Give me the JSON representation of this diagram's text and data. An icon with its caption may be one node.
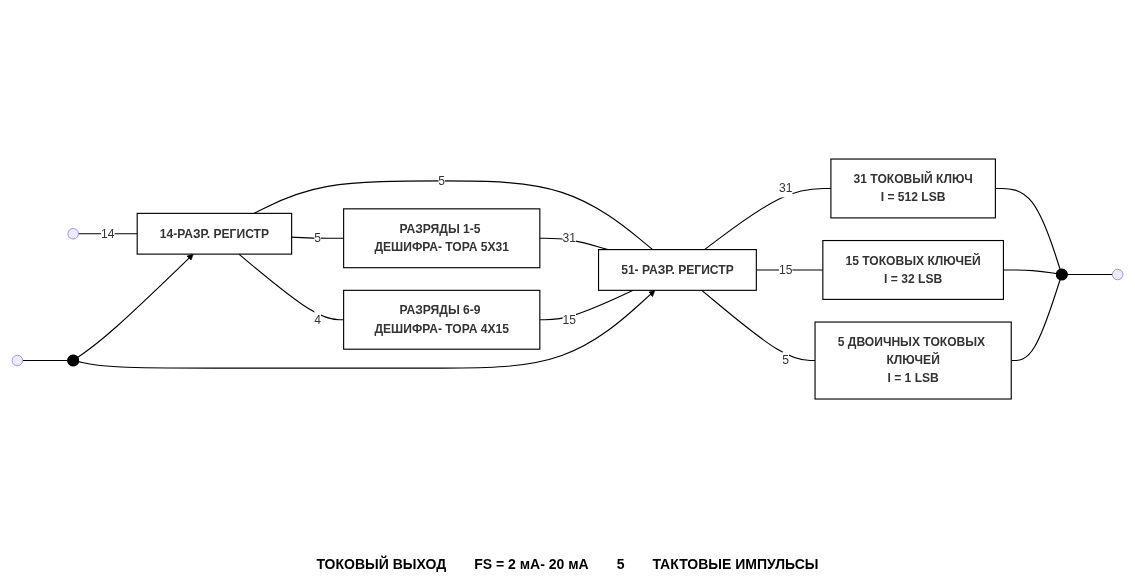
{
  "diagram": {
    "nodes": [
      {
        "text": [],
        "shape": "circle"
      },
      {
        "text": [
          "14-РАЗР. РЕГИСТР"
        ]
      },
      {
        "text": [
          "РАЗРЯДЫ 1-5 ДЕШИФРА- ТОРА 5Х31"
        ]
      },
      {
        "text": [
          "РАЗРЯДЫ 6-9 ДЕШИФРА- ТОРА 4Х15"
        ]
      },
      {
        "text": [
          "51- РАЗР. РЕГИСТР"
        ]
      },
      {
        "text": [
          "31 ТОКОВЫЙ КЛЮЧ",
          "I = 512 LSB"
        ]
      },
      {
        "text": [
          "15 ТОКОВЫХ КЛЮЧЕЙ",
          "I = 32 LSB"
        ]
      },
      {
        "text": [
          "5 ДВОИЧНЫХ ТОКОВЫХ КЛЮЧЕЙ",
          "I = 1 LSB"
        ]
      },
      {
        "text": [],
        "shape": "circle"
      },
      {
        "text": [],
        "shape": "circle"
      },
      {
        "text": [],
        "shape": "circle"
      },
      {
        "text": [],
        "shape": "circle"
      }
    ],
    "edges": [
      {
        "from": 0,
        "to": 1,
        "arrow": "none",
        "label": "14"
      },
      {
        "from": 1,
        "to": 2,
        "arrow": "none",
        "label": "5"
      },
      {
        "from": 1,
        "to": 3,
        "arrow": "none",
        "label": "4"
      },
      {
        "from": 1,
        "to": 4,
        "arrow": "none",
        "label": "5"
      },
      {
        "from": 2,
        "to": 4,
        "arrow": "none",
        "label": "31"
      },
      {
        "from": 3,
        "to": 4,
        "arrow": "none",
        "label": "15"
      },
      {
        "from": 4,
        "to": 5,
        "arrow": "none",
        "label": "31"
      },
      {
        "from": 4,
        "to": 6,
        "arrow": "none",
        "label": "15"
      },
      {
        "from": 4,
        "to": 7,
        "arrow": "none",
        "label": "5"
      },
      {
        "from": 5,
        "to": 8,
        "arrow": "none"
      },
      {
        "from": 6,
        "to": 8,
        "arrow": "none"
      },
      {
        "from": 7,
        "to": 8,
        "arrow": "none"
      },
      {
        "from": 8,
        "to": 9,
        "arrow": "none"
      },
      {
        "from": 10,
        "to": 11,
        "arrow": "none"
      },
      {
        "from": 11,
        "to": 1,
        "arrow": "to"
      },
      {
        "from": 11,
        "to": 4,
        "arrow": "to"
      }
    ],
    "labels": [
      "ТОКОВЫЙ ВЫХОД",
      "FS = 2 мА- 20 мА",
      "5",
      "ТАКТОВЫЕ ИМПУЛЬСЫ"
    ]
  }
}
